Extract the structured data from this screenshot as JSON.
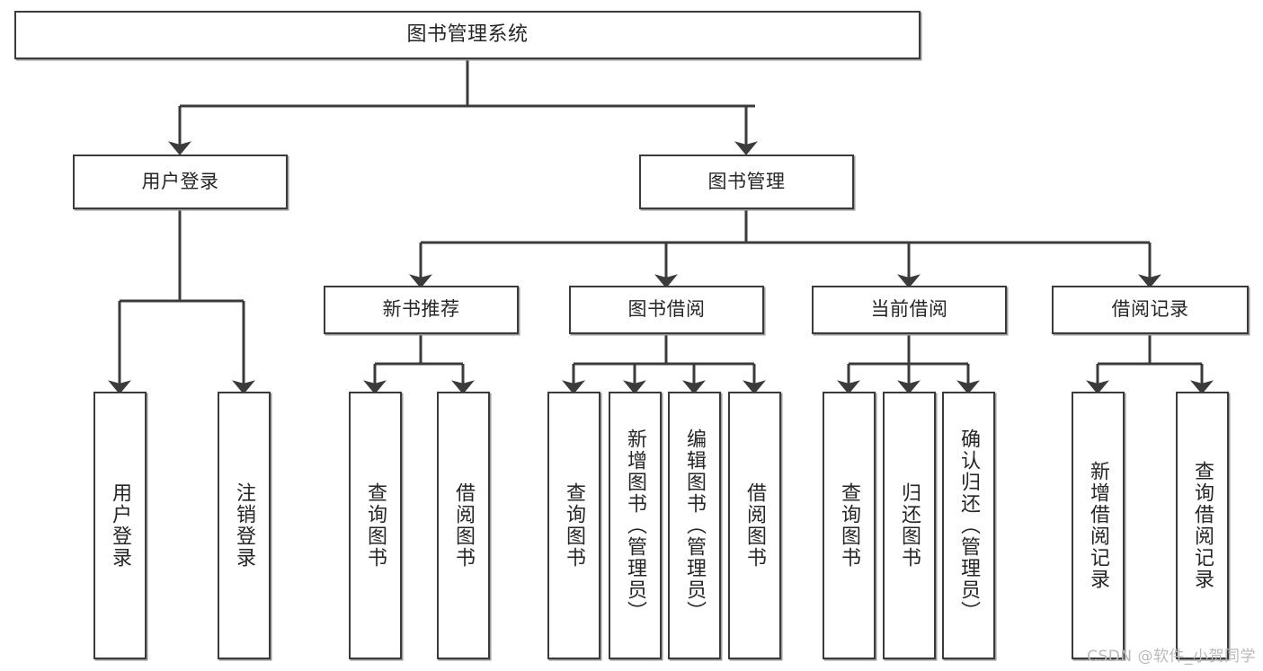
{
  "diagram": {
    "title": "图书管理系统",
    "type": "tree",
    "watermark": "CSDN @软件_小贺同学",
    "colors": {
      "box_border": "#3b3b3b",
      "box_fill": "#ffffff",
      "edge": "#3b3b3b",
      "text": "#262626",
      "watermark": "#b9b9b9",
      "background": "#ffffff"
    },
    "nodes": {
      "root": {
        "label": "图书管理系统"
      },
      "level1": [
        {
          "id": "user-login",
          "label": "用户登录"
        },
        {
          "id": "book-manage",
          "label": "图书管理"
        }
      ],
      "level2": [
        {
          "id": "new-book-recommend",
          "label": "新书推荐"
        },
        {
          "id": "book-borrow",
          "label": "图书借阅"
        },
        {
          "id": "current-borrow",
          "label": "当前借阅"
        },
        {
          "id": "borrow-record",
          "label": "借阅记录"
        }
      ],
      "leaves": {
        "user-login": [
          {
            "id": "leaf-user-login",
            "label": "用户登录"
          },
          {
            "id": "leaf-logout-login",
            "label": "注销登录"
          }
        ],
        "new-book-recommend": [
          {
            "id": "leaf-query-book-1",
            "label": "查询图书"
          },
          {
            "id": "leaf-borrow-book-1",
            "label": "借阅图书"
          }
        ],
        "book-borrow": [
          {
            "id": "leaf-query-book-2",
            "label": "查询图书"
          },
          {
            "id": "leaf-add-book",
            "label": "新增图书（管理员）"
          },
          {
            "id": "leaf-edit-book",
            "label": "编辑图书（管理员）"
          },
          {
            "id": "leaf-borrow-book-2",
            "label": "借阅图书"
          }
        ],
        "current-borrow": [
          {
            "id": "leaf-query-book-3",
            "label": "查询图书"
          },
          {
            "id": "leaf-return-book",
            "label": "归还图书"
          },
          {
            "id": "leaf-confirm-return",
            "label": "确认归还（管理员）"
          }
        ],
        "borrow-record": [
          {
            "id": "leaf-add-record",
            "label": "新增借阅记录"
          },
          {
            "id": "leaf-query-record",
            "label": "查询借阅记录"
          }
        ]
      }
    }
  }
}
